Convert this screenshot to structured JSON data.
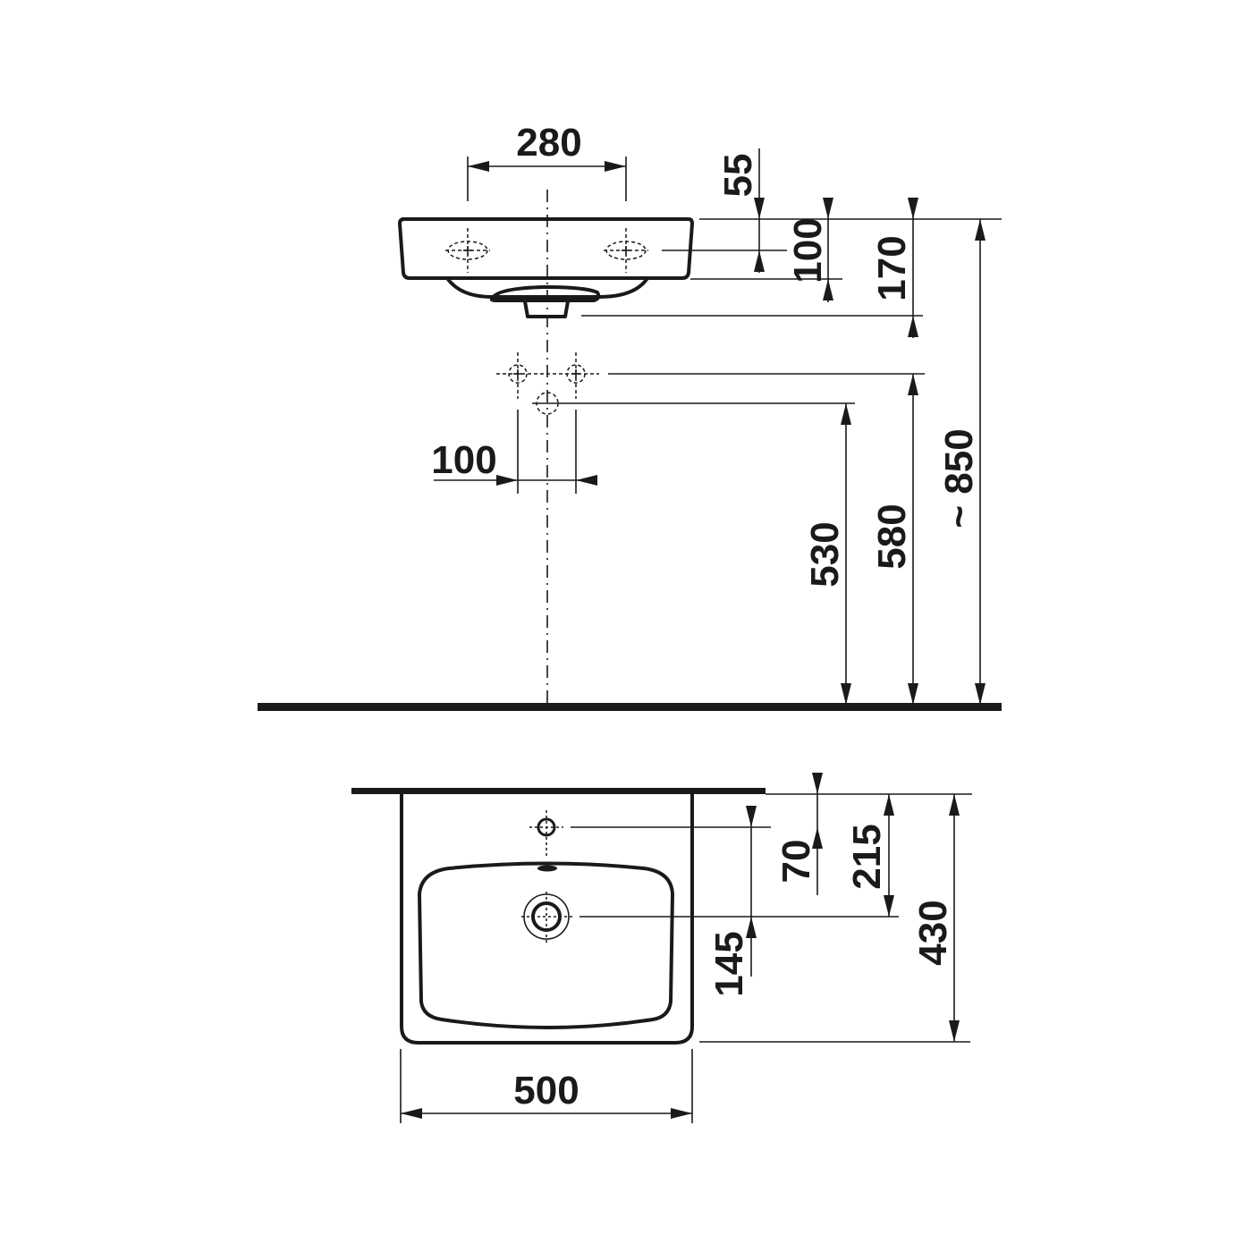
{
  "colors": {
    "ink": "#1a1a1a",
    "background": "#ffffff"
  },
  "front_view": {
    "dimensions": {
      "tap_hole_spacing": "280",
      "tap_hole_from_top": "55",
      "basin_rim_height": "100",
      "overall_height": "170",
      "trap_spacing": "100",
      "trap_outlet_height": "530",
      "water_supply_height": "580",
      "installation_height": "~ 850"
    }
  },
  "top_view": {
    "dimensions": {
      "tap_hole_from_wall": "70",
      "waste_from_wall": "215",
      "waste_from_front": "145",
      "depth": "430",
      "width": "500"
    }
  }
}
